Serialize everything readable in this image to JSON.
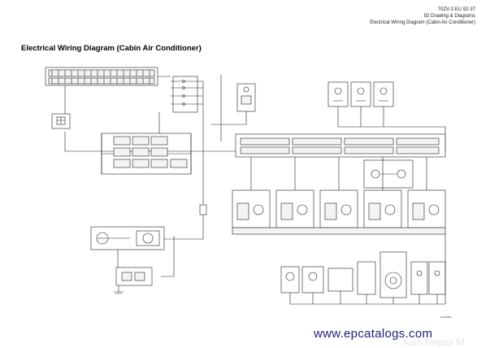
{
  "header": {
    "line1": "70ZV-3 EU 92-37",
    "line2": "92 Drawing & Diagrams",
    "line3": "Electrical Wiring Diagram (Cabin Air Conditioner)"
  },
  "title": "Electrical Wiring Diagram (Cabin Air Conditioner)",
  "doc_id": "wr97f16be",
  "watermark": "www.epcatalogs.com",
  "watermark_faint": "Auto Repair M",
  "colors": {
    "line": "#222222",
    "connector_fill": "#ffffff",
    "watermark": "#1f1f7a"
  }
}
